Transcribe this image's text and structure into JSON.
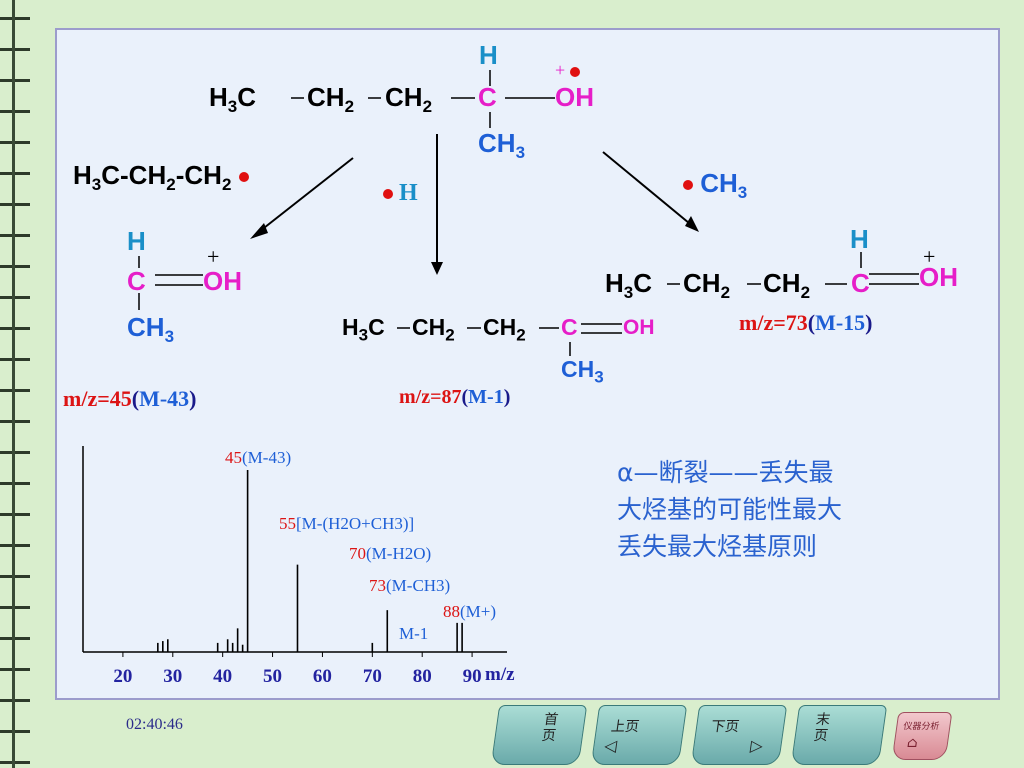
{
  "top_molecule": {
    "h_top": "H",
    "radical": "+",
    "chain_h3c": "H3C",
    "chain_ch2a": "CH2",
    "chain_ch2b": "CH2",
    "center_c": "C",
    "oh": "OH",
    "ch3_bottom": "CH3"
  },
  "losses": {
    "left": "H3C-CH2-CH2",
    "middle": "H",
    "right": "CH3"
  },
  "fragment_left": {
    "h": "H",
    "c": "C",
    "oh": "OH",
    "plus": "+",
    "ch3": "CH3",
    "mz": "m/z=45",
    "paren": "M-43"
  },
  "fragment_middle": {
    "h3c": "H3C",
    "ch2a": "CH2",
    "ch2b": "CH2",
    "c": "C",
    "oh": "OH",
    "ch3": "CH3",
    "mz": "m/z=87",
    "paren": "M-1"
  },
  "fragment_right": {
    "h": "H",
    "plus": "+",
    "h3c": "H3C",
    "ch2a": "CH2",
    "ch2b": "CH2",
    "c": "C",
    "oh": "OH",
    "mz": "m/z=73",
    "paren": "M-15"
  },
  "note": {
    "line1": "α—断裂——丢失最",
    "line2": "大烃基的可能性最大",
    "line3": "丢失最大烃基原则"
  },
  "chart_data": {
    "type": "bar",
    "xlabel": "m/z",
    "x_ticks": [
      20,
      30,
      40,
      50,
      60,
      70,
      80,
      90
    ],
    "xlim": [
      12,
      97
    ],
    "ylim": [
      0,
      100
    ],
    "peaks": [
      {
        "x": 27,
        "y": 5
      },
      {
        "x": 28,
        "y": 6
      },
      {
        "x": 29,
        "y": 7
      },
      {
        "x": 39,
        "y": 5
      },
      {
        "x": 41,
        "y": 7
      },
      {
        "x": 42,
        "y": 5
      },
      {
        "x": 43,
        "y": 13
      },
      {
        "x": 44,
        "y": 4
      },
      {
        "x": 45,
        "y": 100
      },
      {
        "x": 55,
        "y": 48
      },
      {
        "x": 70,
        "y": 5
      },
      {
        "x": 73,
        "y": 23
      },
      {
        "x": 87,
        "y": 16
      },
      {
        "x": 88,
        "y": 16
      }
    ],
    "annotations": [
      {
        "num": "45",
        "text": "(M-43)"
      },
      {
        "num": "55",
        "text": "[M-(H2O+CH3)]"
      },
      {
        "num": "70",
        "text": "(M-H2O)"
      },
      {
        "num": "73",
        "text": "(M-CH3)"
      },
      {
        "num": "88",
        "text": "(M+)"
      },
      {
        "num": "",
        "text": "M-1"
      }
    ]
  },
  "nav": {
    "first": "首页",
    "prev": "上页",
    "next": "下页",
    "last": "末页",
    "logo": "仪器分析"
  },
  "time": "02:40:46"
}
